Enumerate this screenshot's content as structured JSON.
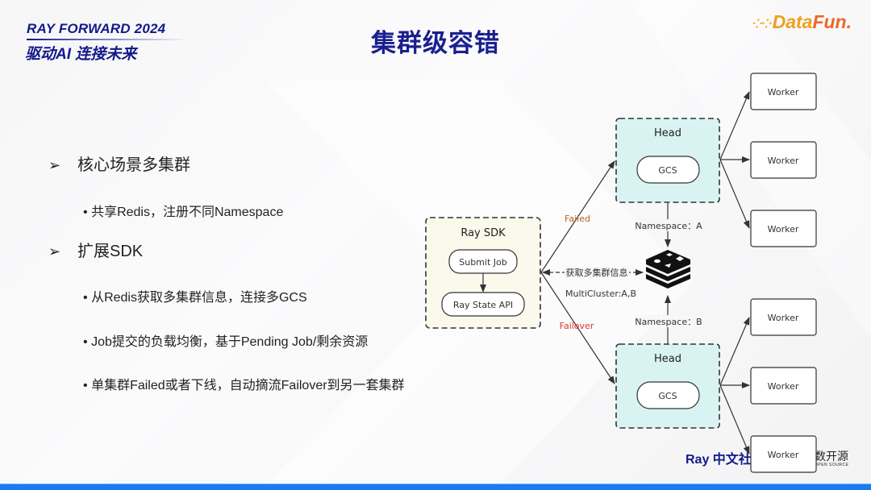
{
  "brand": {
    "event_title": "RAY FORWARD 2024",
    "event_slogan": "驱动AI 连接未来",
    "logo_main": "Data",
    "logo_accent": "Fun.",
    "footer_left": "Ray 中文社",
    "footer_right": "数开源",
    "footer_right_small": "OPEN SOURCE"
  },
  "slide": {
    "title": "集群级容错",
    "sections": [
      {
        "heading": "核心场景多集群",
        "bullets": [
          "共享Redis，注册不同Namespace"
        ]
      },
      {
        "heading": "扩展SDK",
        "bullets": [
          "从Redis获取多集群信息，连接多GCS",
          "Job提交的负载均衡，基于Pending Job/剩余资源",
          "单集群Failed或者下线，自动摘流Failover到另一套集群"
        ]
      }
    ],
    "bullet_glyph": "•",
    "heading_glyph": "➢"
  },
  "diagram": {
    "sdk": {
      "title": "Ray SDK",
      "submit_job": "Submit Job",
      "state_api": "Ray State API"
    },
    "head_a": {
      "title": "Head",
      "gcs": "GCS",
      "namespace": "Namespace：A"
    },
    "head_b": {
      "title": "Head",
      "gcs": "GCS",
      "namespace": "Namespace：B"
    },
    "worker_label": "Worker",
    "failed_label": "Failed",
    "failover_label": "Failover",
    "fetch_label": "获取多集群信息",
    "multi_cluster_label": "MultiCluster:A,B",
    "colors": {
      "sdk_fill": "#fbf8ec",
      "head_fill": "#d9f3f3",
      "failed": "#b5651d",
      "failover": "#e0352b",
      "stroke": "#333333"
    }
  }
}
